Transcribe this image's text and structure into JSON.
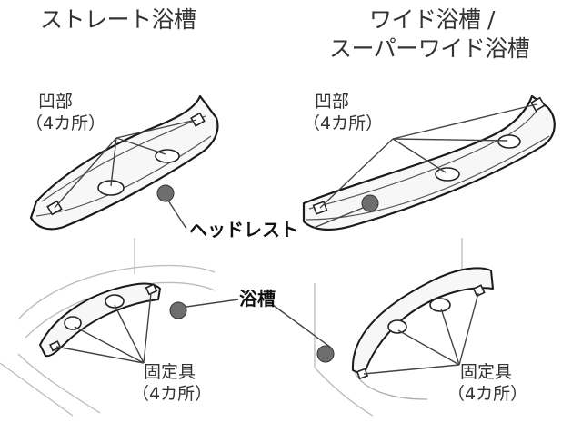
{
  "titles": {
    "straight": "ストレート浴槽",
    "wide_line1": "ワイド浴槽 /",
    "wide_line2": "スーパーワイド浴槽"
  },
  "labels": {
    "recess": "凹部",
    "recess_count": "（4カ所）",
    "headrest": "ヘッドレスト",
    "bathtub": "浴槽",
    "fixture": "固定具",
    "fixture_count": "（4カ所）"
  },
  "colors": {
    "marker": "#6e6e6e",
    "line": "#444444",
    "faint": "#b8b8b8",
    "fill": "#f7f7f7"
  }
}
